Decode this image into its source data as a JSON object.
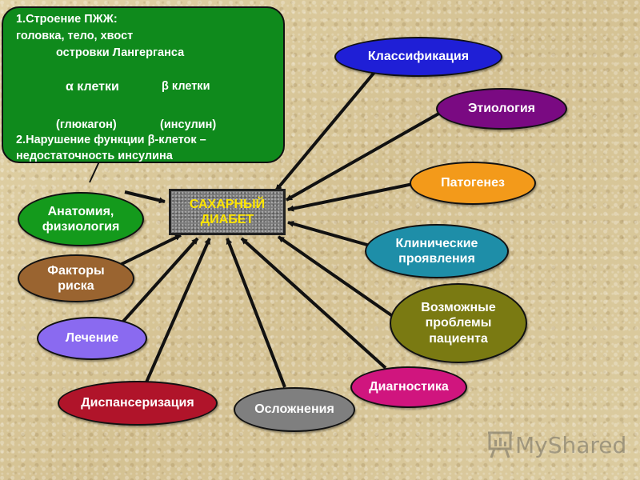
{
  "center": {
    "label": "САХАРНЫЙ\nДИАБЕТ"
  },
  "note": {
    "line1": "1.Строение ПЖЖ:",
    "line2": "головка, тело, хвост",
    "line3": "островки Лангерганса",
    "alpha": "α клетки",
    "beta": "β клетки",
    "glucagon": "(глюкагон)",
    "insulin": "(инсулин)",
    "line6": "2.Нарушение функции β-клеток –",
    "line7": "недостаточность инсулина"
  },
  "nodes": {
    "classification": {
      "label": "Классификация",
      "color": "#1f1fd6"
    },
    "etiology": {
      "label": "Этиология",
      "color": "#7a0a82"
    },
    "pathogenesis": {
      "label": "Патогенез",
      "color": "#f39a1a"
    },
    "clinical": {
      "label": "Клинические\nпроявления",
      "color": "#1e8ea8"
    },
    "problems": {
      "label": "Возможные\nпроблемы\nпациента",
      "color": "#7a7a12"
    },
    "diagnostics": {
      "label": "Диагностика",
      "color": "#d0157e"
    },
    "complications": {
      "label": "Осложнения",
      "color": "#7f7f7f"
    },
    "dispensary": {
      "label": "Диспансеризация",
      "color": "#b0142a"
    },
    "treatment": {
      "label": "Лечение",
      "color": "#8a6af0"
    },
    "risk": {
      "label": "Факторы\nриска",
      "color": "#9a6430"
    },
    "anatomy": {
      "label": "Анатомия,\nфизиология",
      "color": "#149a1c"
    }
  },
  "logo": {
    "text": "MyShared",
    "icon": "presentation-board-icon"
  }
}
